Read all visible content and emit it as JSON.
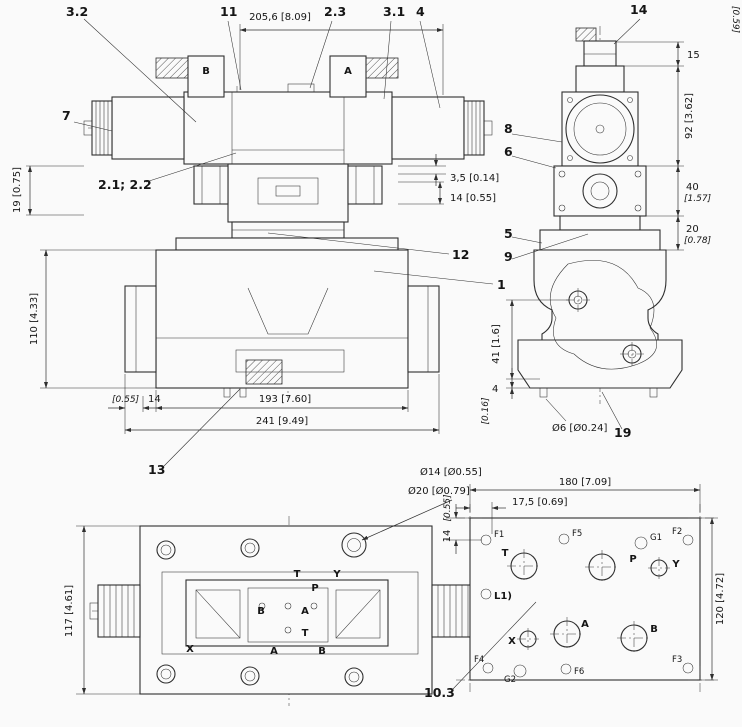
{
  "front": {
    "callouts": {
      "c32": "3.2",
      "c11": "11",
      "c23": "2.3",
      "c31": "3.1",
      "c4": "4",
      "c7": "7",
      "c2122": "2.1; 2.2",
      "c12": "12",
      "c1": "1",
      "c13": "13"
    },
    "solenoid_labels": {
      "b": "B",
      "a": "A"
    },
    "dims": {
      "w2056": "205,6 [8.09]",
      "h19": "19 [0.75]",
      "h110": "110 [4.33]",
      "d35": "3,5 [0.14]",
      "d14": "14 [0.55]",
      "b14in": "[0.55]",
      "b14": "14",
      "b193": "193 [7.60]",
      "b241": "241 [9.49]"
    }
  },
  "side": {
    "callouts": {
      "c14": "14",
      "c8": "8",
      "c6": "6",
      "c5": "5",
      "c9": "9",
      "c19": "19"
    },
    "dims": {
      "in059": "[0.59]",
      "d15": "15",
      "d92": "92 [3.62]",
      "d40": "40",
      "in157": "[1.57]",
      "d20": "20",
      "in078": "[0.78]",
      "d41": "41 [1.6]",
      "d4": "4",
      "in016": "[0.16]",
      "dia6": "Ø6 [Ø0.24]"
    }
  },
  "top": {
    "dims": {
      "dia14": "Ø14 [Ø0.55]",
      "dia20": "Ø20 [Ø0.79]",
      "h117": "117 [4.61]"
    },
    "ports": {
      "t_top": "T",
      "p": "P",
      "y": "Y",
      "b_mid": "B",
      "a_mid": "A",
      "t_mid": "T",
      "x": "X",
      "a_bot": "A",
      "b_bot": "B"
    }
  },
  "pattern": {
    "callouts": {
      "c103": "10.3"
    },
    "dims": {
      "w180": "180 [7.09]",
      "d175": "17,5 [0.69]",
      "d14": "14",
      "in055": "[0.55]",
      "h120": "120 [4.72]"
    },
    "ports": {
      "f1": "F1",
      "t": "T",
      "f5": "F5",
      "g1": "G1",
      "f2": "F2",
      "p": "P",
      "y": "Y",
      "l": "L1)",
      "x": "X",
      "a": "A",
      "b": "B",
      "f4": "F4",
      "g2": "G2",
      "f6": "F6",
      "f3": "F3"
    }
  }
}
